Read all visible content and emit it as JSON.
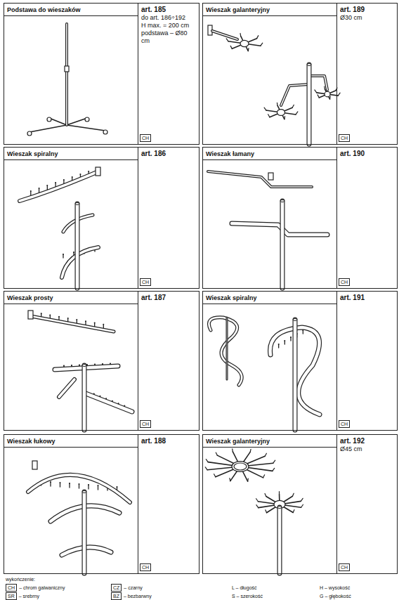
{
  "diagram": {
    "nodes": [
      {
        "text": [
          "Podstawa do wieszaków"
        ]
      },
      {
        "text": [
          "art. 185",
          "do art. 186÷192",
          "H max. = 200 cm",
          "podstawa – Ø80 cm"
        ],
        "in": 0
      },
      {
        "text": [
          "CH"
        ],
        "in": 0
      },
      {
        "text": [
          "Wieszak galanteryjny"
        ]
      },
      {
        "text": [
          "art. 189",
          "Ø30 cm"
        ],
        "in": 3
      },
      {
        "text": [
          "CH"
        ],
        "in": 3
      },
      {
        "text": [
          "Wieszak spiralny"
        ]
      },
      {
        "text": [
          "art. 186"
        ],
        "in": 6
      },
      {
        "text": [
          "CH"
        ],
        "in": 6
      },
      {
        "text": [
          "Wieszak łamany"
        ]
      },
      {
        "text": [
          "art. 190"
        ],
        "in": 9
      },
      {
        "text": [
          "CH"
        ],
        "in": 9
      },
      {
        "text": [
          "Wieszak prosty"
        ]
      },
      {
        "text": [
          "art. 187"
        ],
        "in": 12
      },
      {
        "text": [
          "CH"
        ],
        "in": 12
      },
      {
        "text": [
          "Wieszak spiralny"
        ]
      },
      {
        "text": [
          "art. 191"
        ],
        "in": 15
      },
      {
        "text": [
          "CH"
        ],
        "in": 15
      },
      {
        "text": [
          "Wieszak łukowy"
        ]
      },
      {
        "text": [
          "art. 188"
        ],
        "in": 18
      },
      {
        "text": [
          "CH"
        ],
        "in": 18
      },
      {
        "text": [
          "Wieszak galanteryjny"
        ]
      },
      {
        "text": [
          "art. 192",
          "Ø45 cm"
        ],
        "in": 21
      },
      {
        "text": [
          "CH"
        ],
        "in": 21
      },
      {
        "text": [
          "CH"
        ]
      },
      {
        "text": [
          "SR"
        ]
      },
      {
        "text": [
          "CZ"
        ]
      },
      {
        "text": [
          "BZ"
        ]
      }
    ],
    "labels": [
      "wykończenie:",
      "– chrom galwaniczny",
      "– srebrny",
      "– czarny",
      "– bezbarwny",
      "L – długość",
      "S – szerokość",
      "H – wysokość",
      "G – głębokość"
    ]
  }
}
